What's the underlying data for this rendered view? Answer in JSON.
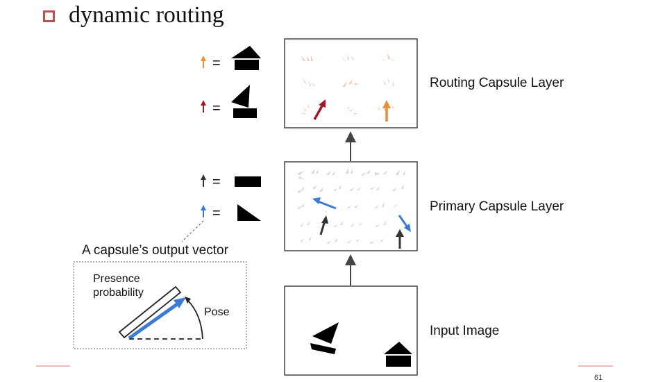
{
  "slide": {
    "title": "dynamic routing",
    "accent_color": "#c0504d",
    "page_number": "61"
  },
  "layers": {
    "routing": "Routing Capsule Layer",
    "primary": "Primary Capsule Layer",
    "input": "Input Image"
  },
  "legend": {
    "equals": "=",
    "items": [
      {
        "arrow_color": "#e8913a",
        "shape": "house-icon"
      },
      {
        "arrow_color": "#a5162b",
        "shape": "sailboat-icon"
      },
      {
        "arrow_color": "#333333",
        "shape": "rectangle-icon"
      },
      {
        "arrow_color": "#3a7bd5",
        "shape": "triangle-icon"
      }
    ]
  },
  "capsule_explainer": {
    "heading": "A capsule’s output vector",
    "presence_line1": "Presence",
    "presence_line2": "probability",
    "pose": "Pose"
  }
}
